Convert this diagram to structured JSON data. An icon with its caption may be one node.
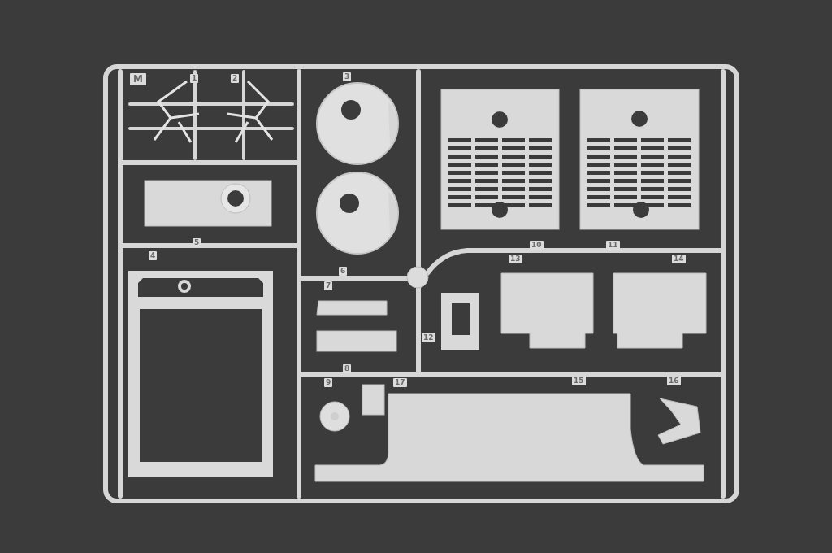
{
  "diagram": {
    "labels": [
      "M",
      "1",
      "2",
      "3",
      "5",
      "10",
      "11",
      "4",
      "13",
      "14",
      "6",
      "7",
      "12",
      "8",
      "9",
      "17",
      "15",
      "16"
    ]
  }
}
